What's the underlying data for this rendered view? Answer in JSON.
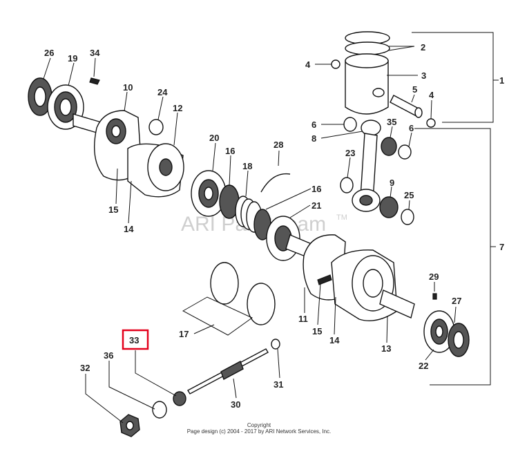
{
  "diagram": {
    "watermark": "ARI PartStream",
    "watermark_tm": "TM",
    "highlighted_callout": "33",
    "callouts": [
      "1",
      "2",
      "3",
      "4",
      "4",
      "5",
      "6",
      "6",
      "7",
      "8",
      "9",
      "10",
      "11",
      "12",
      "13",
      "14",
      "14",
      "15",
      "15",
      "16",
      "16",
      "17",
      "18",
      "19",
      "20",
      "21",
      "22",
      "23",
      "24",
      "25",
      "26",
      "27",
      "28",
      "29",
      "30",
      "31",
      "32",
      "34",
      "35",
      "36"
    ]
  },
  "footer": {
    "copyright": "Copyright",
    "design": "Page design (c) 2004 - 2017 by ARI Network Services, Inc."
  },
  "colors": {
    "highlight": "#e3001b",
    "line": "#111111"
  }
}
